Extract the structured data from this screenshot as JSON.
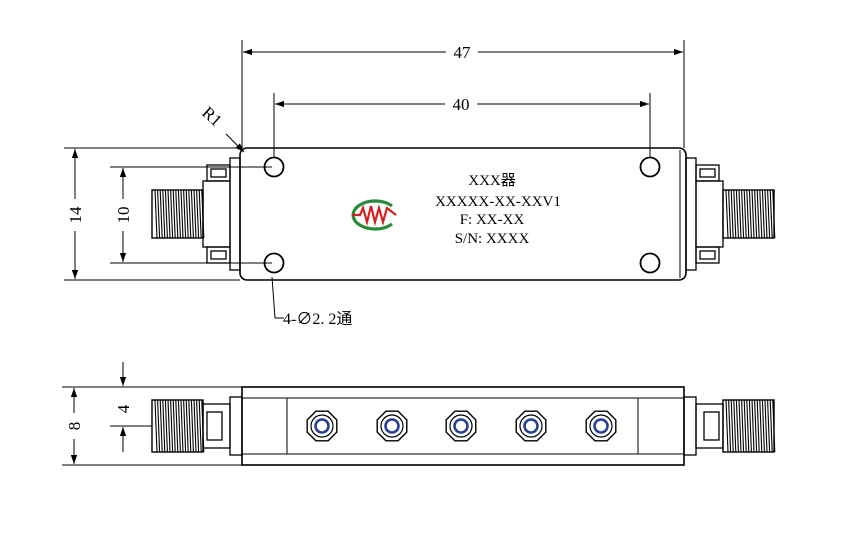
{
  "dimensions": {
    "overall_length": "47",
    "hole_spacing_x": "40",
    "corner_radius": "R1",
    "body_height": "14",
    "hole_spacing_y": "10",
    "side_height": "8",
    "side_half": "4",
    "hole_note": "4-∅2. 2通"
  },
  "label": {
    "line1": "XXX器",
    "line2": "XXXXX-XX-XXV1",
    "line3": "F: XX-XX",
    "line4": "S/N: XXXX"
  },
  "colors": {
    "logo_red": "#d42020",
    "logo_green": "#2a8a3a",
    "tuning_blue": "#2a3f9a",
    "line": "#000000"
  }
}
